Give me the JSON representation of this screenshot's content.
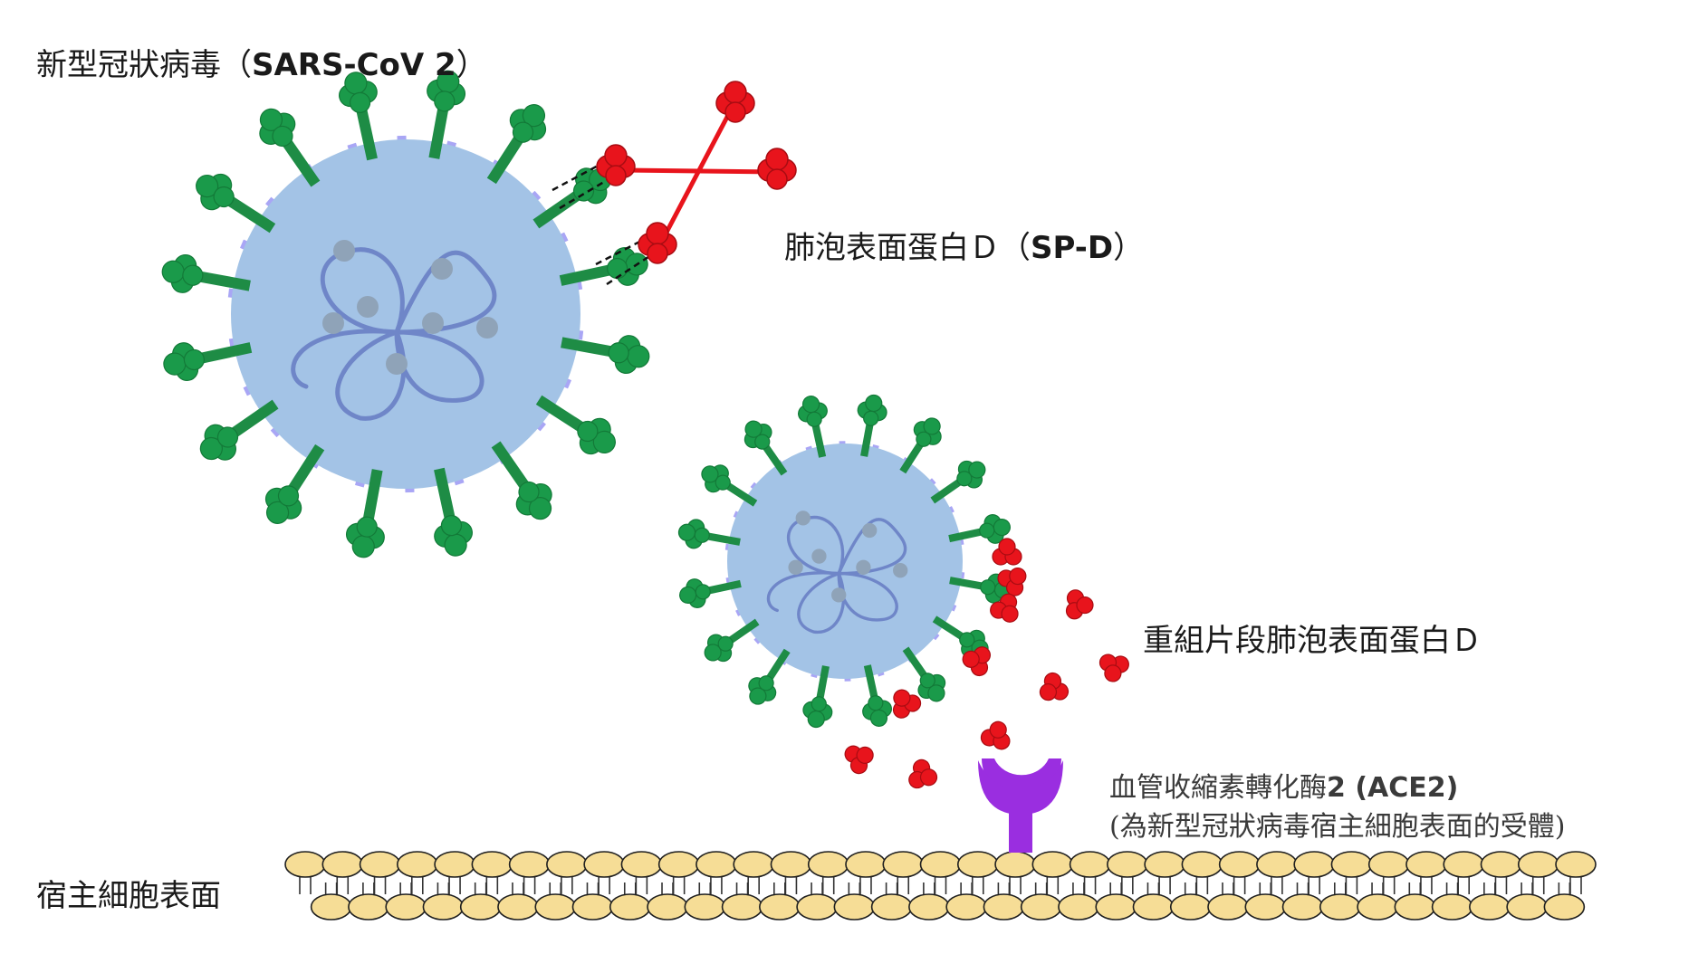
{
  "labels": {
    "virus_title_zh": "新型冠狀病毒（",
    "virus_title_en": "SARS-CoV 2",
    "virus_title_close": "）",
    "spd_zh": "肺泡表面蛋白Ｄ（",
    "spd_en": "SP-D",
    "spd_close": "）",
    "rfspd": "重組片段肺泡表面蛋白Ｄ",
    "ace2_zh": "血管收縮素轉化酶",
    "ace2_en": "2 (ACE2)",
    "ace2_note": "(為新型冠狀病毒宿主細胞表面的受體)",
    "host_surface": "宿主細胞表面"
  },
  "colors": {
    "virus_body": "#a3c3e6",
    "spike": "#1a9a4a",
    "spike_stalk": "#1e8c45",
    "membrane_protein": "#a9a6f5",
    "rna": "#6f86c8",
    "rna_node": "#8fa3b8",
    "spd": "#e8141c",
    "receptor": "#9a2ee0",
    "lipid_head": "#f6dd96",
    "lipid_outline": "#1f1f1f"
  },
  "icons": {
    "large_virus": "coronavirus-icon",
    "small_virus": "coronavirus-icon",
    "spd_trimer": "sp-d-protein-icon",
    "rfspd_fragment": "rfspd-fragment-icon",
    "ace2_receptor": "ace2-receptor-icon",
    "membrane": "lipid-bilayer-icon"
  }
}
